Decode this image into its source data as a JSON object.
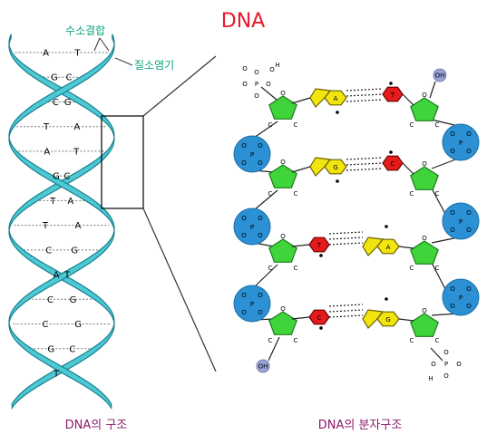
{
  "title": "DNA",
  "annotations": {
    "hydrogen_bond": "수소결합",
    "base": "질소염기"
  },
  "captions": {
    "left": "DNA의 구조",
    "right": "DNA의 분자구조"
  },
  "helix_pairs": [
    [
      "A",
      "T"
    ],
    [
      "G",
      "C"
    ],
    [
      "C",
      "G"
    ],
    [
      "T",
      "A"
    ],
    [
      "A",
      "T"
    ],
    [
      "G",
      "C"
    ],
    [
      "T",
      "A"
    ],
    [
      "T",
      "A"
    ],
    [
      "C",
      "G"
    ],
    [
      "A",
      "T"
    ],
    [
      "C",
      "G"
    ],
    [
      "C",
      "G"
    ],
    [
      "G",
      "C"
    ],
    [
      "T",
      ""
    ]
  ],
  "molecule_rows": [
    [
      "A",
      "T"
    ],
    [
      "G",
      "C"
    ],
    [
      "T",
      "A"
    ],
    [
      "C",
      "G"
    ]
  ],
  "atoms": {
    "phosphorus": "P",
    "oxygen": "O",
    "carbon": "C",
    "hydrogen": "H",
    "hydroxyl": "OH"
  },
  "colors": {
    "title": "#e8192c",
    "caption": "#8c1b6b",
    "strand": "#4ec9d4",
    "strand_dark": "#16808e",
    "phosphate": "#2b90d4",
    "sugar": "#3ed43a",
    "purine": "#f1e40f",
    "pyrimidine": "#e51b1b",
    "hydroxyl": "#9aa3d6"
  }
}
